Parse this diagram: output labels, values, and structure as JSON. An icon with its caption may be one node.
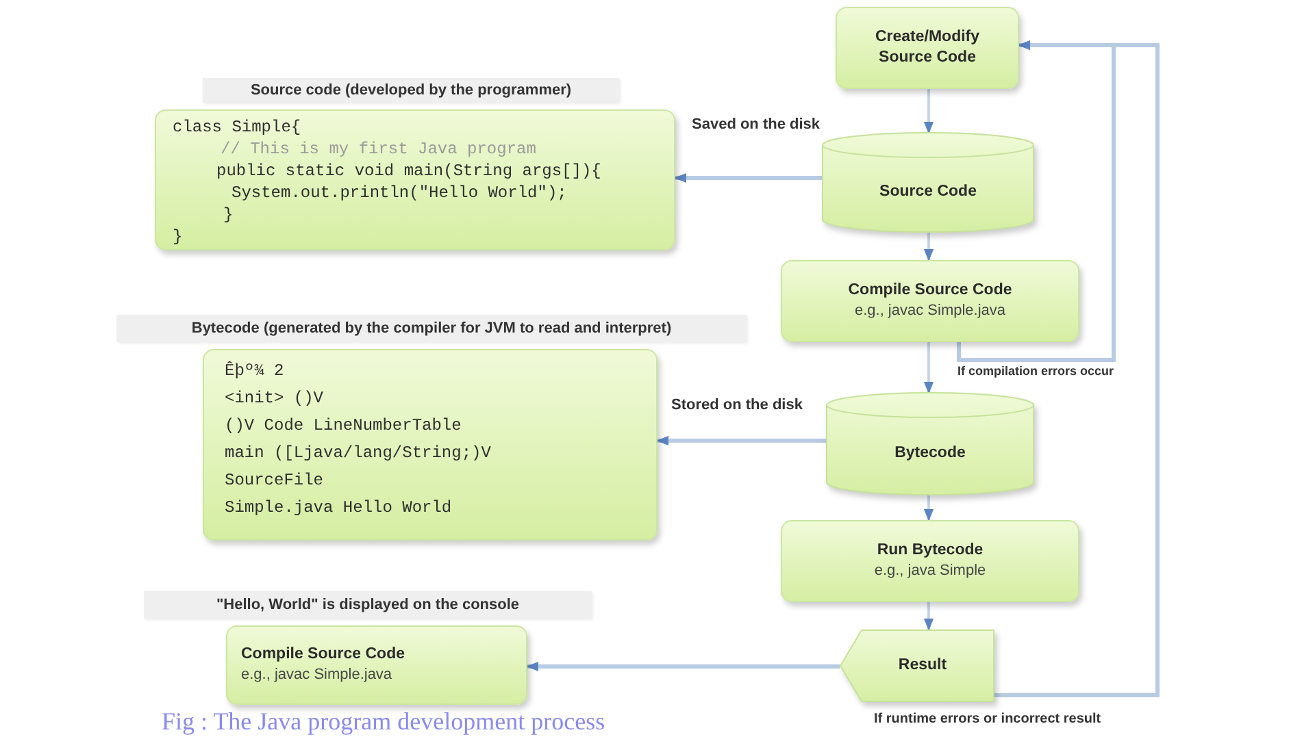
{
  "diagram": {
    "caption": "Fig : The Java program development process",
    "nodes": [
      {
        "text": [
          "Create/Modify Source Code"
        ]
      },
      {
        "text": [
          "Source code (developed by the programmer)",
          "class Simple{",
          "// This is my first Java program",
          "public static void main(String args[]){",
          "System.out.println(\"Hello World\");",
          "}",
          "}"
        ]
      },
      {
        "text": [
          "Source Code"
        ]
      },
      {
        "text": [
          "Compile Source Code",
          "e.g., javac Simple.java"
        ]
      },
      {
        "text": [
          "Bytecode (generated by the compiler for JVM to read and interpret)",
          "Êþº¾ 2",
          "<init> ()V",
          "()V Code LineNumberTable",
          "main ([Ljava/lang/String;)V",
          "SourceFile",
          "Simple.java Hello World"
        ]
      },
      {
        "text": [
          "Bytecode"
        ]
      },
      {
        "text": [
          "Run Bytecode",
          "e.g., java Simple"
        ]
      },
      {
        "text": [
          "\"Hello, World\" is displayed on the console",
          "Compile Source Code",
          "e.g., javac Simple.java"
        ]
      },
      {
        "text": [
          "Result"
        ]
      }
    ],
    "edges": [
      {
        "from": 0,
        "to": 2,
        "arrow": "to"
      },
      {
        "from": 2,
        "to": 3,
        "arrow": "to"
      },
      {
        "from": 3,
        "to": 5,
        "arrow": "to"
      },
      {
        "from": 5,
        "to": 6,
        "arrow": "to"
      },
      {
        "from": 6,
        "to": 8,
        "arrow": "to"
      },
      {
        "from": 2,
        "to": 1,
        "arrow": "to",
        "label": "Saved on the disk"
      },
      {
        "from": 5,
        "to": 4,
        "arrow": "to",
        "label": "Stored on the disk"
      },
      {
        "from": 8,
        "to": 7,
        "arrow": "to"
      },
      {
        "from": 3,
        "to": 0,
        "arrow": "to",
        "label": "If compilation errors occur"
      },
      {
        "from": 8,
        "to": 0,
        "arrow": "to",
        "label": "If runtime errors or incorrect result"
      }
    ]
  }
}
